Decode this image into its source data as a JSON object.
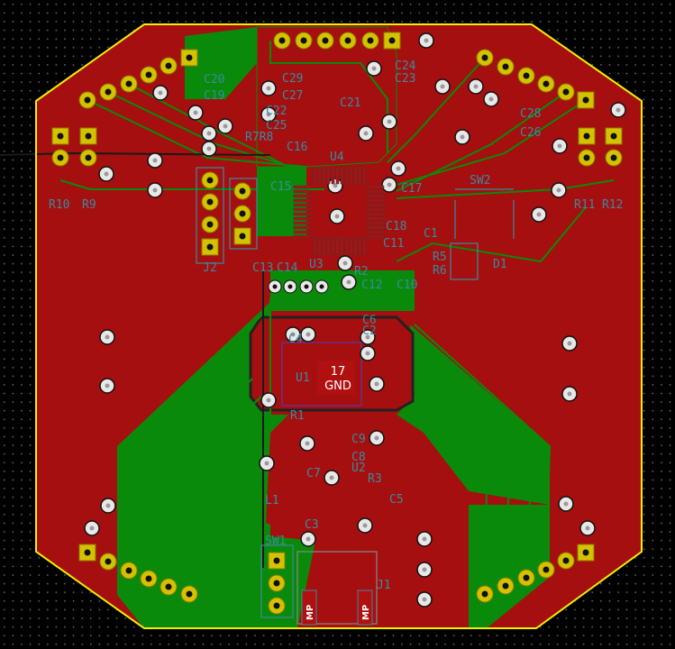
{
  "colors": {
    "background": "#000000",
    "copper_front": "#a50f0f",
    "copper_back": "#0a8a0a",
    "board_outline": "#f0f000",
    "pad": "#d4c200",
    "silkscreen": "#3b8aa0"
  },
  "labels": {
    "C20": "C20",
    "C19": "C19",
    "C29": "C29",
    "C27": "C27",
    "C22": "C22",
    "C25": "C25",
    "R7R8": "R7R8",
    "C16": "C16",
    "C15": "C15",
    "C24": "C24",
    "C23": "C23",
    "C21": "C21",
    "U4": "U4",
    "C28": "C28",
    "C26": "C26",
    "SW2": "SW2",
    "C17": "C17",
    "C1": "C1",
    "C18": "C18",
    "C11": "C11",
    "R5": "R5",
    "R6": "R6",
    "D1": "D1",
    "C12": "C12",
    "C10": "C10",
    "R2": "R2",
    "U3": "U3",
    "C13": "C13",
    "C14": "C14",
    "J2": "J2",
    "R10": "R10",
    "R9": "R9",
    "R11": "R11",
    "R12": "R12",
    "C6": "C6",
    "C2": "C2",
    "C4": "C4",
    "U1": "U1",
    "R1": "R1",
    "C9": "C9",
    "C8": "C8",
    "U2": "U2",
    "R3": "R3",
    "C7": "C7",
    "L1": "L1",
    "C5": "C5",
    "C3": "C3",
    "SW1": "SW1",
    "J1": "J1"
  },
  "pad_labels": {
    "gnd_number": "17",
    "gnd_net": "GND",
    "mp_left": "MP",
    "mp_right": "MP"
  }
}
